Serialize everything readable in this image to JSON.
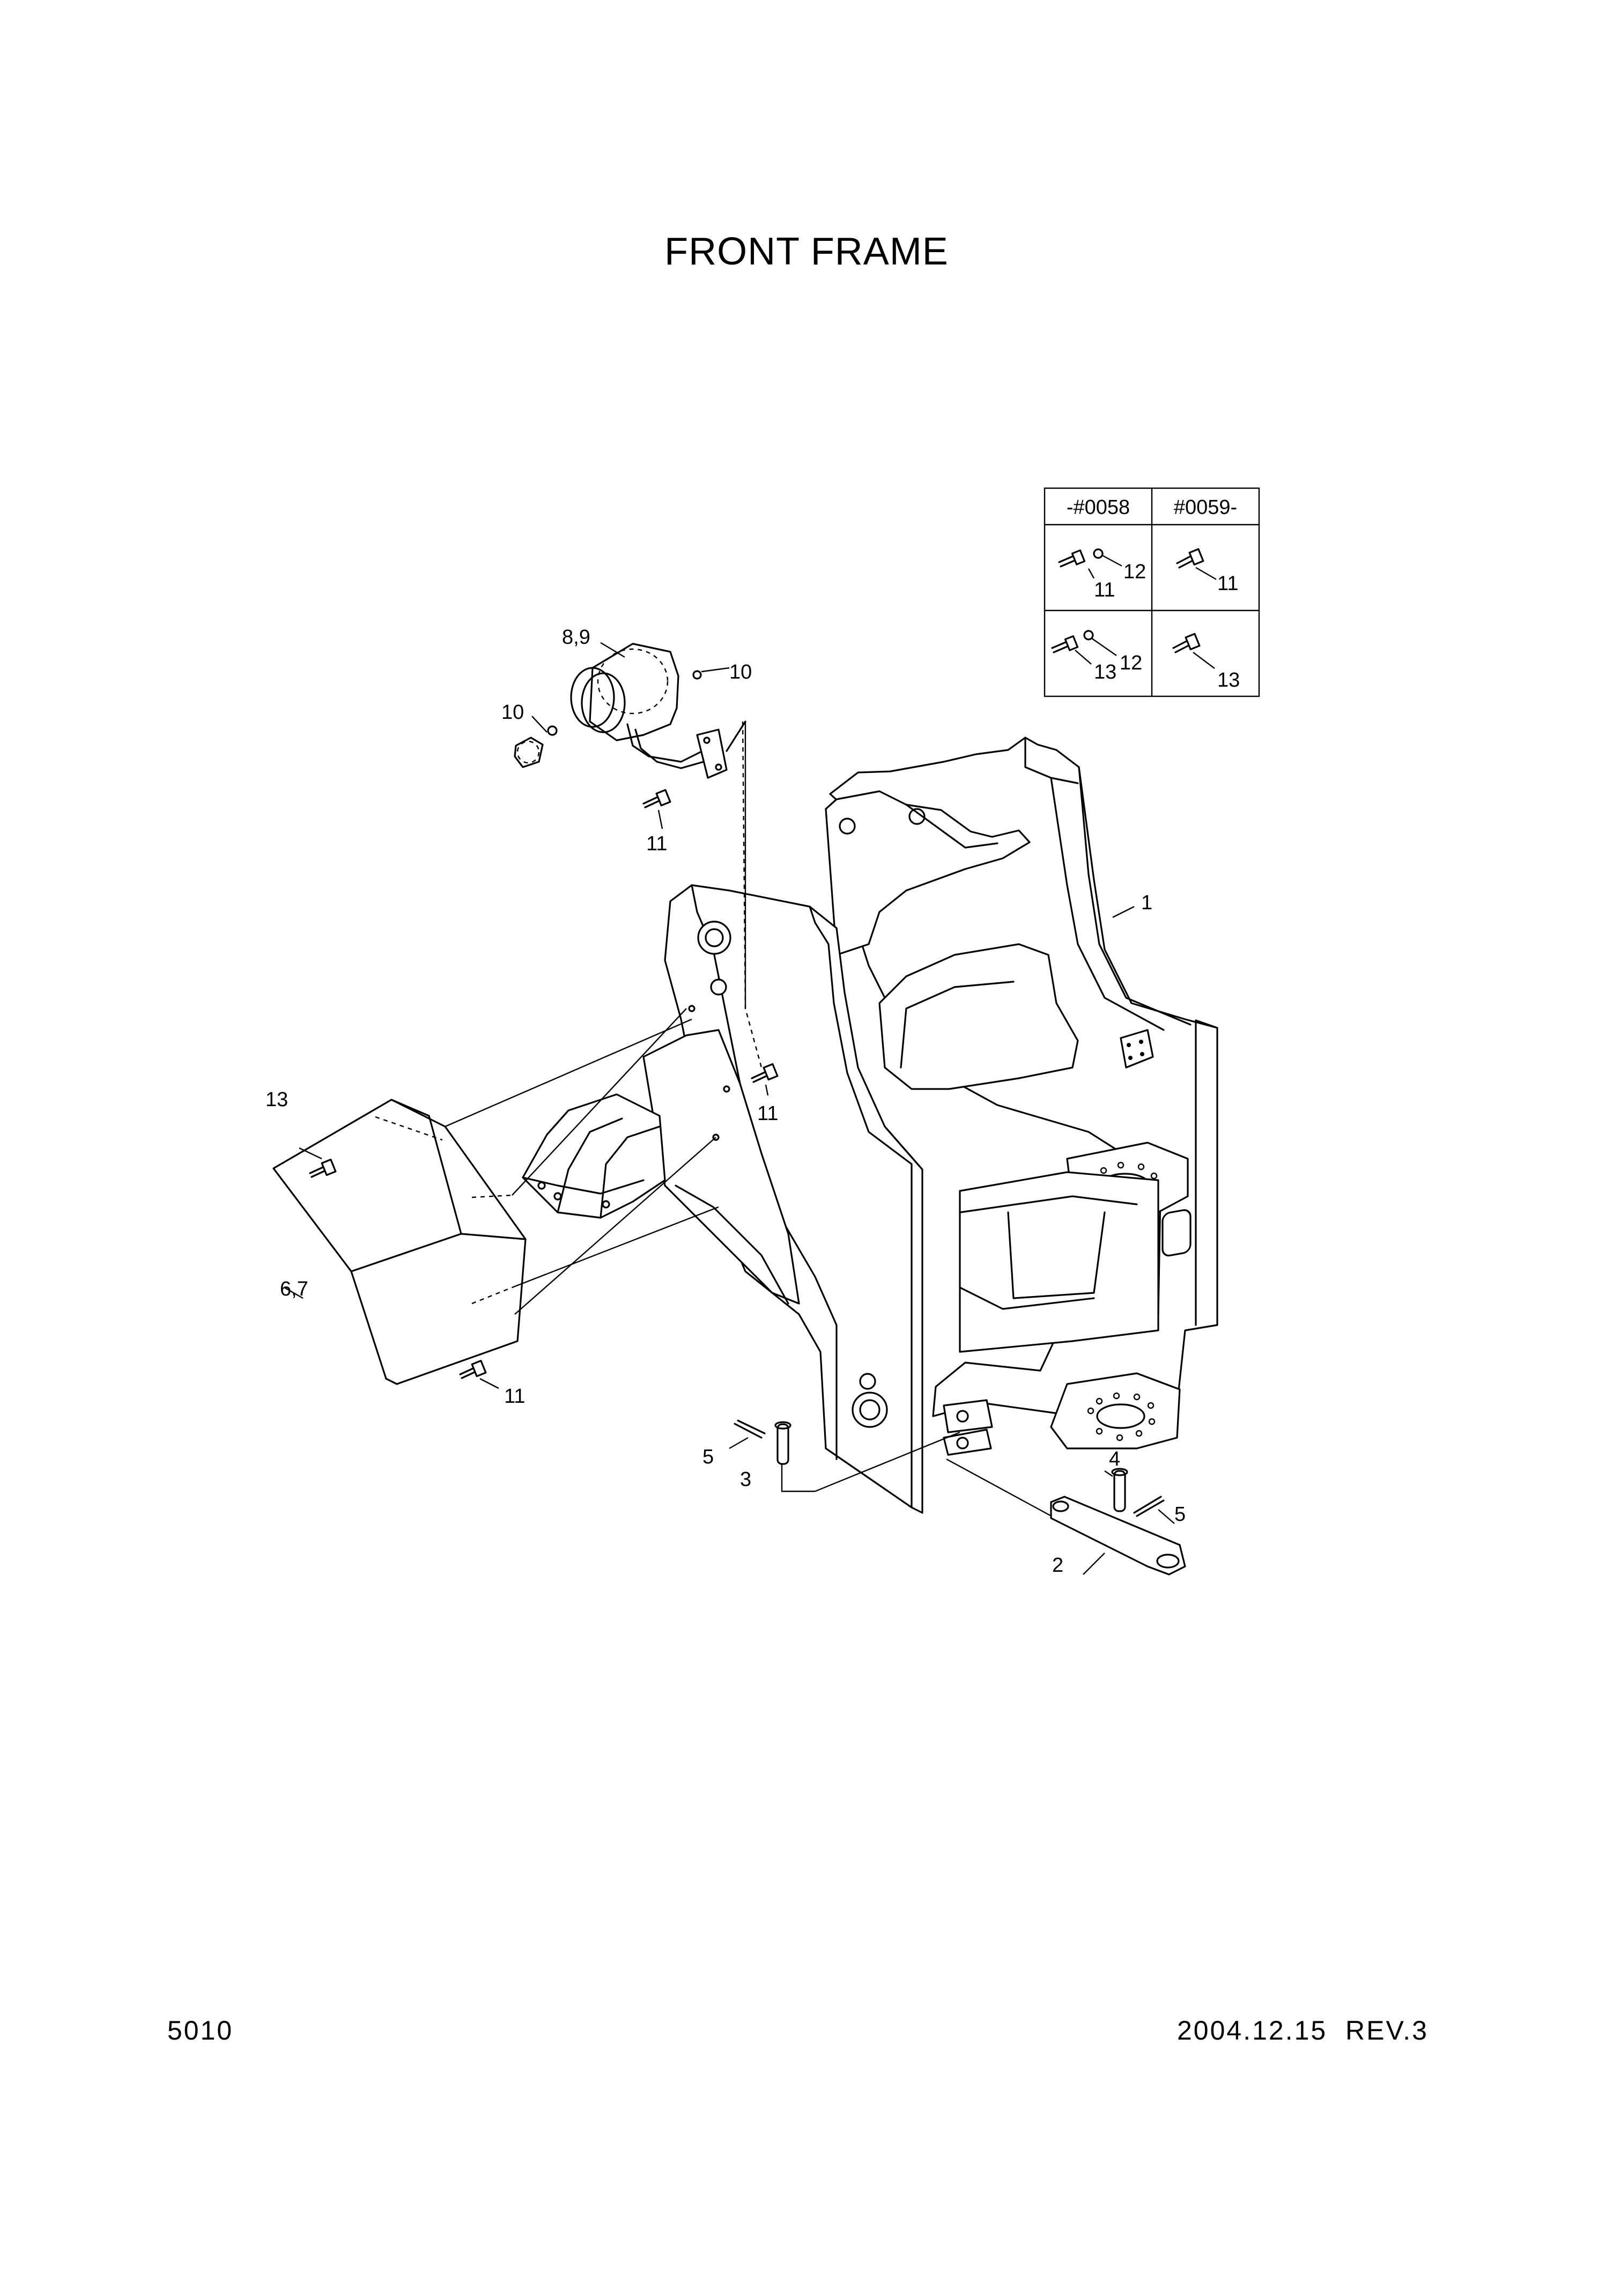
{
  "title": "FRONT FRAME",
  "page_number": "5010",
  "date_revision": "2004.12.15  REV.3",
  "serial_table": {
    "headers": [
      "-#0058",
      "#0059-"
    ],
    "rows": [
      {
        "left": [
          "11",
          "12"
        ],
        "right": [
          "11"
        ]
      },
      {
        "left": [
          "13",
          "12"
        ],
        "right": [
          "13"
        ]
      }
    ]
  },
  "callouts": {
    "frame": "1",
    "link": "2",
    "pin_left": "3",
    "pin_right": "4",
    "cotter_left": "5",
    "cotter_right": "5",
    "cover": "6,7",
    "filter": "8,9",
    "fitting_left": "10",
    "fitting_top": "10",
    "bolt_filter": "11",
    "bolt_side": "11",
    "bolt_cover": "11",
    "bolt_cover_top": "13"
  }
}
